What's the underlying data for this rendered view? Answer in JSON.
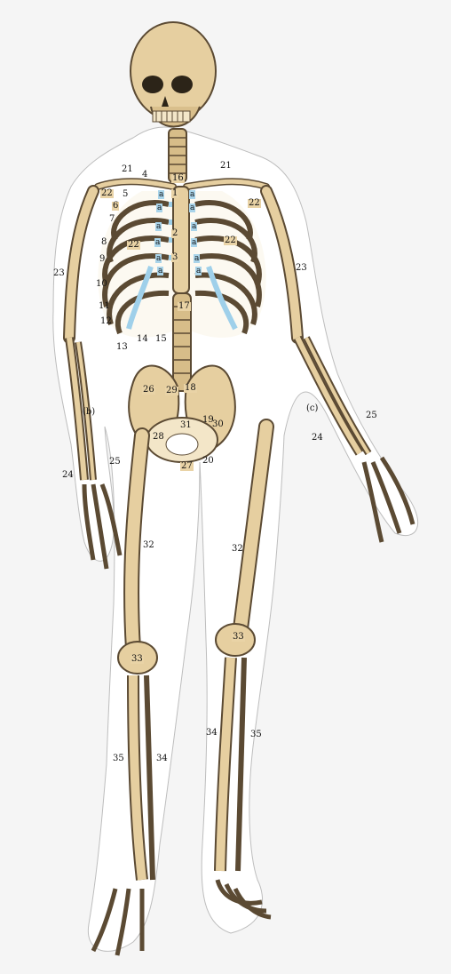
{
  "colors": {
    "background": "#f5f5f5",
    "bone": "#e6cfa0",
    "bone_shade": "#b79a66",
    "bone_dark": "#5b4a33",
    "cartilage": "#9fd0ea",
    "outline": "#c9c9c9"
  },
  "labels": {
    "n1": "1",
    "n2": "2",
    "n3": "3",
    "n4": "4",
    "n5": "5",
    "n6": "6",
    "n7": "7",
    "n8": "8",
    "n9": "9",
    "n10": "10",
    "n11": "11",
    "n12": "12",
    "n13": "13",
    "n14": "14",
    "n15": "15",
    "n16": "16",
    "n17": "17",
    "n18": "18",
    "n19": "19",
    "n20": "20",
    "n21": "21",
    "n22": "22",
    "n23": "23",
    "n24": "24",
    "n25": "25",
    "n26": "26",
    "n27": "27",
    "n28": "28",
    "n29": "29",
    "n30": "30",
    "n31": "31",
    "n32": "32",
    "n33": "33",
    "n34": "34",
    "n35": "35",
    "a": "a",
    "b": "(b)",
    "c": "(c)"
  }
}
